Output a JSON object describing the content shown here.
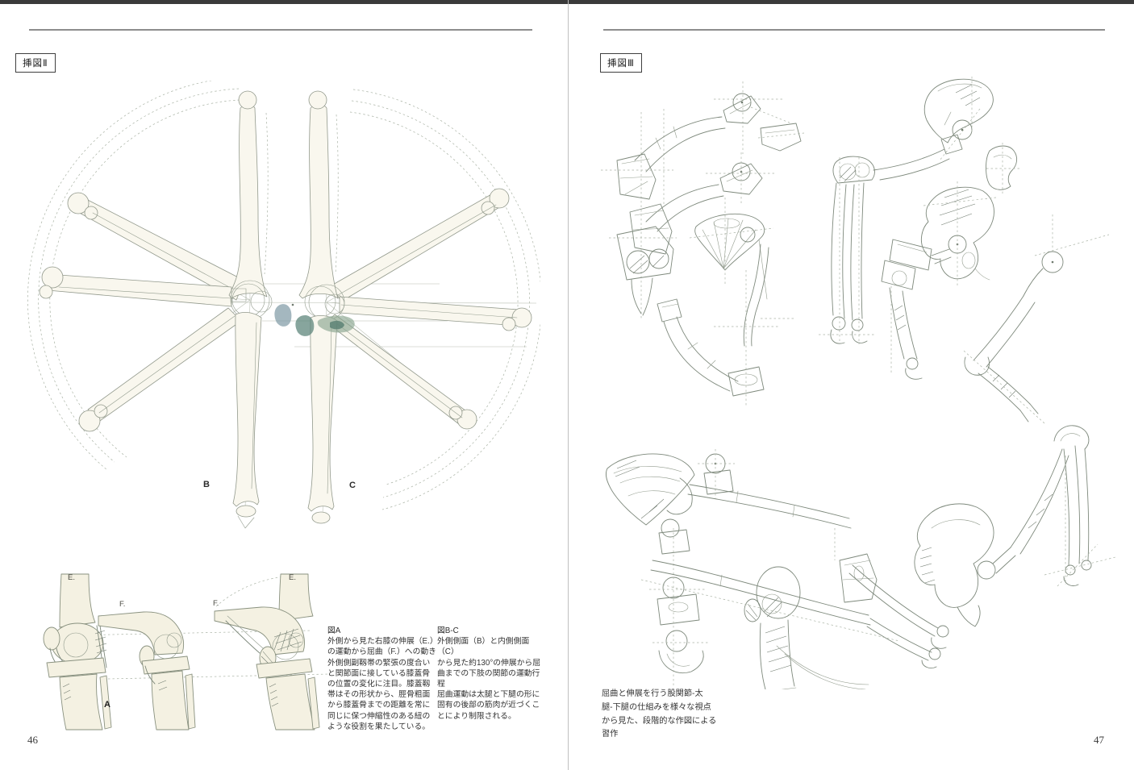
{
  "page_left": {
    "figure_label": "挿図Ⅱ",
    "page_number": "46",
    "diagram_labels": {
      "b": "B",
      "c": "C"
    },
    "study_labels": {
      "e1": "E.",
      "f1": "F.",
      "f2": "F.",
      "e2": "E.",
      "a": "A"
    },
    "captions": [
      {
        "title": "図A",
        "body": "外側から見た右膝の伸展（E.）\nの運動から屈曲（F.）への動き\n外側側副靱帯の緊張の度合い\nと関節面に接している膝蓋骨\nの位置の変化に注目。膝蓋靱\n帯はその形状から、脛骨粗面\nから膝蓋骨までの距離を常に\n同じに保つ伸縮性のある紐の\nような役割を果たしている。"
      },
      {
        "title": "図B-C",
        "body": "外側側面（B）と内側側面（C）\nから見た約130°の伸展から屈\n曲までの下肢の関節の運動行\n程\n屈曲運動は太腿と下腿の形に\n固有の後部の筋肉が近づくこ\nとにより制限される。"
      }
    ]
  },
  "page_right": {
    "figure_label": "挿図Ⅲ",
    "page_number": "47",
    "caption": "屈曲と伸展を行う股関節-太\n腿-下腿の仕組みを様々な視点\nから見た、段階的な作図による\n習作"
  },
  "colors": {
    "pencil": "#7e897c",
    "construction": "#aab3a5",
    "bone_fill": "#f4f1e2",
    "wash_blue": "#7e99a4",
    "wash_teal": "#5f877c",
    "wash_sage": "#8aa690",
    "rule_gray": "#8d8d8d",
    "top_edge": "#3a3a3a"
  }
}
